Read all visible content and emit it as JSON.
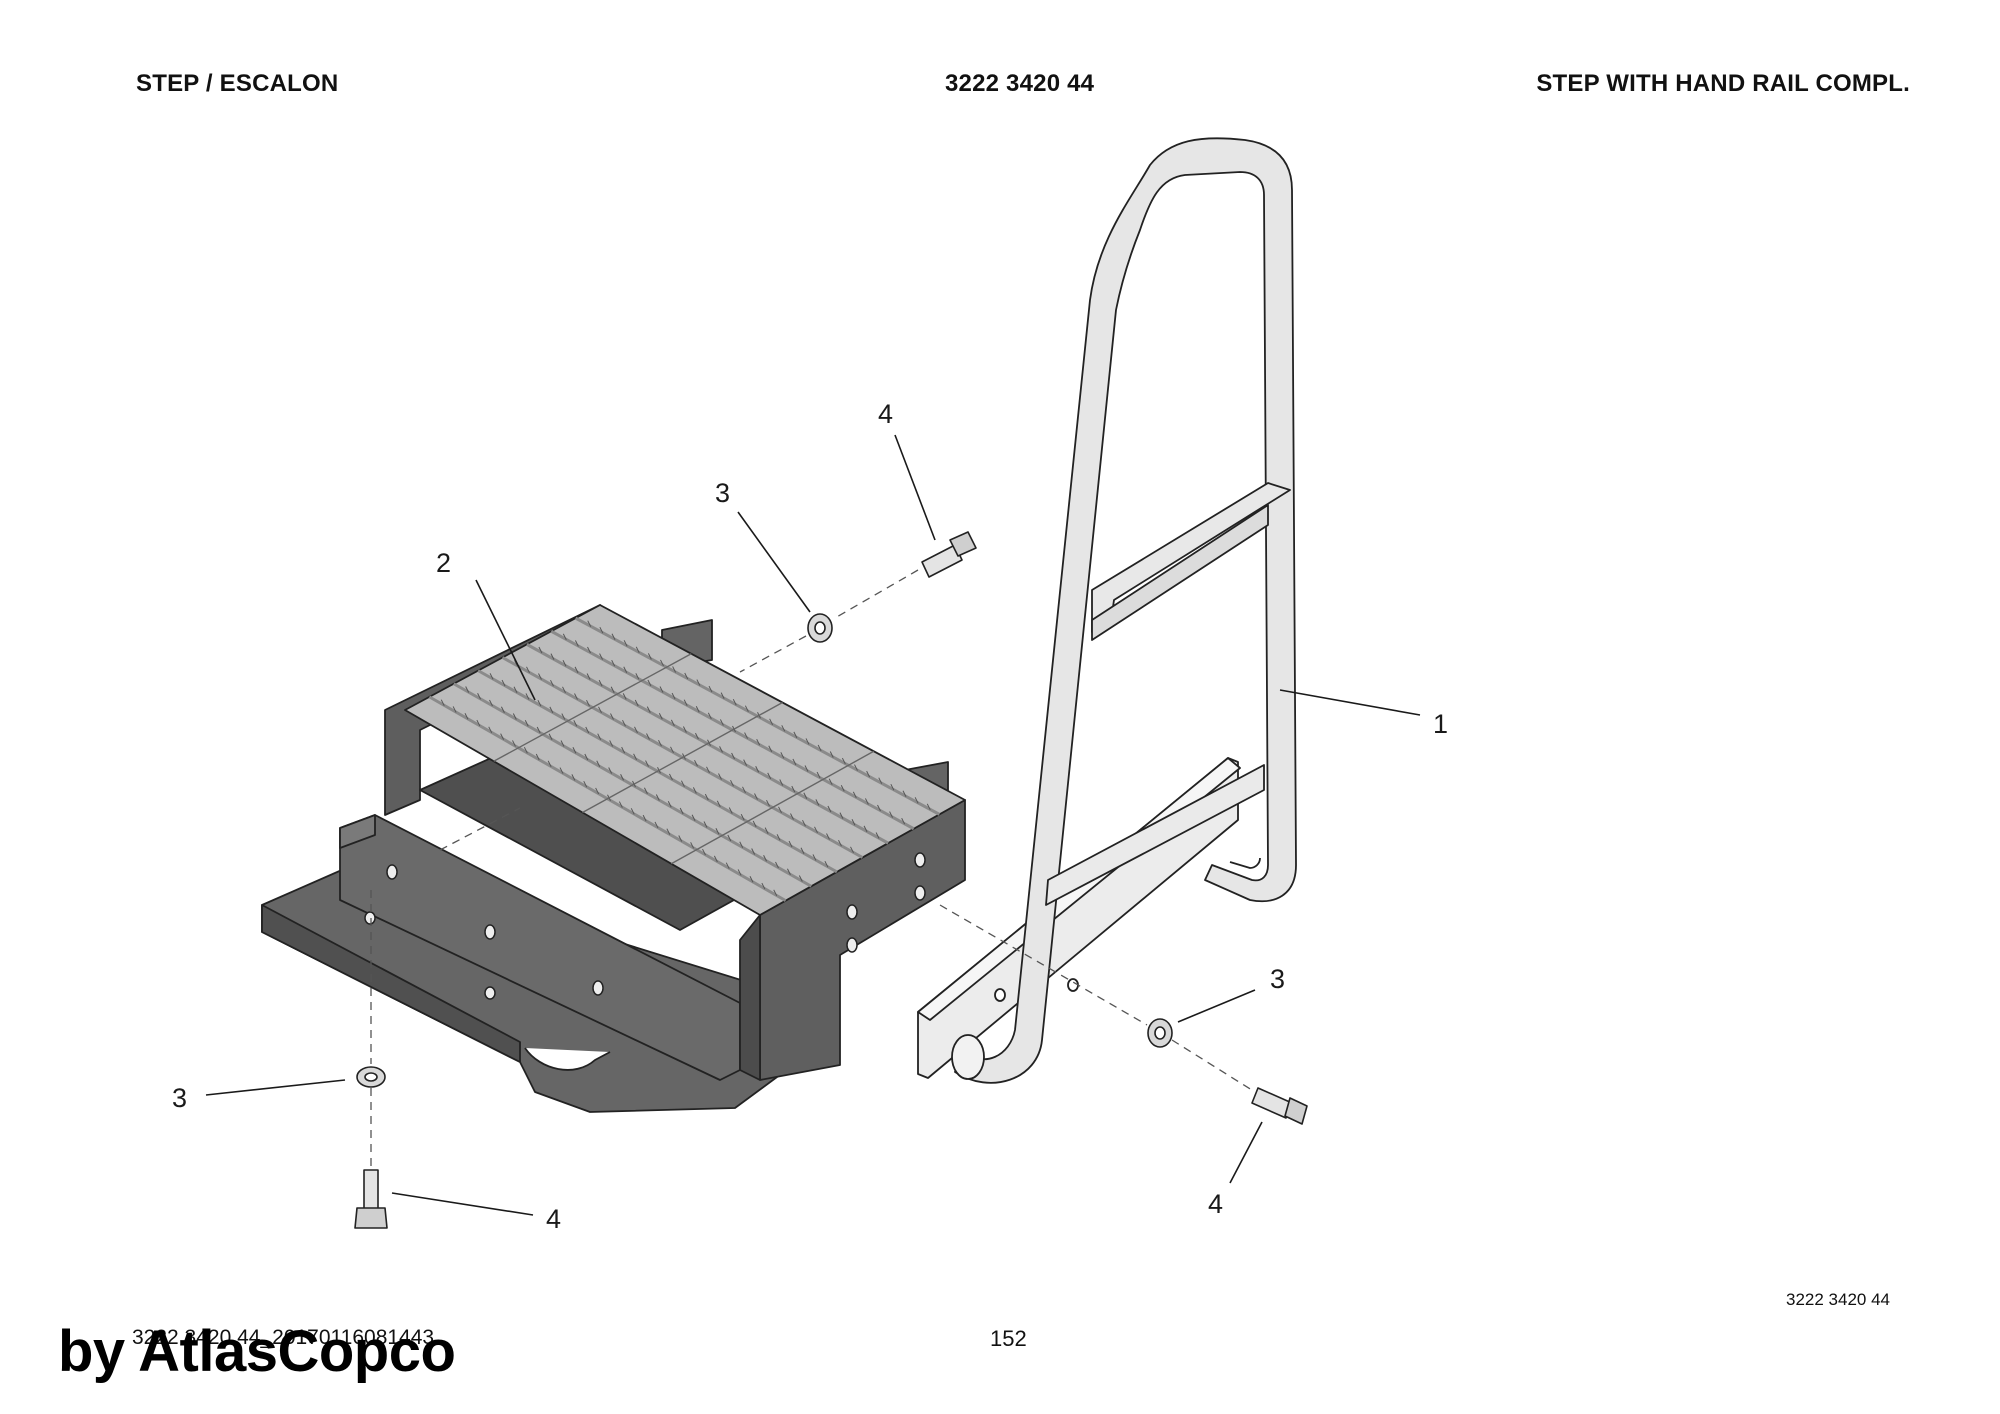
{
  "header": {
    "left": "STEP / ESCALON",
    "center": "3222 3420 44",
    "right": "STEP WITH HAND RAIL COMPL."
  },
  "callouts": {
    "c1": "1",
    "c2": "2",
    "c3_top": "3",
    "c4_top": "4",
    "c3_left": "3",
    "c4_left": "4",
    "c3_right": "3",
    "c4_right": "4"
  },
  "footer": {
    "code": "3222 3420 44",
    "file": "3222 3420 44_20170116081443",
    "page": "152",
    "watermark": "by AtlasCopco"
  },
  "colors": {
    "bracket": "#6f6f6f",
    "bracket_dark": "#585858",
    "grating": "#b9b9b9",
    "rail": "#e8e8e8",
    "outline": "#222222"
  }
}
